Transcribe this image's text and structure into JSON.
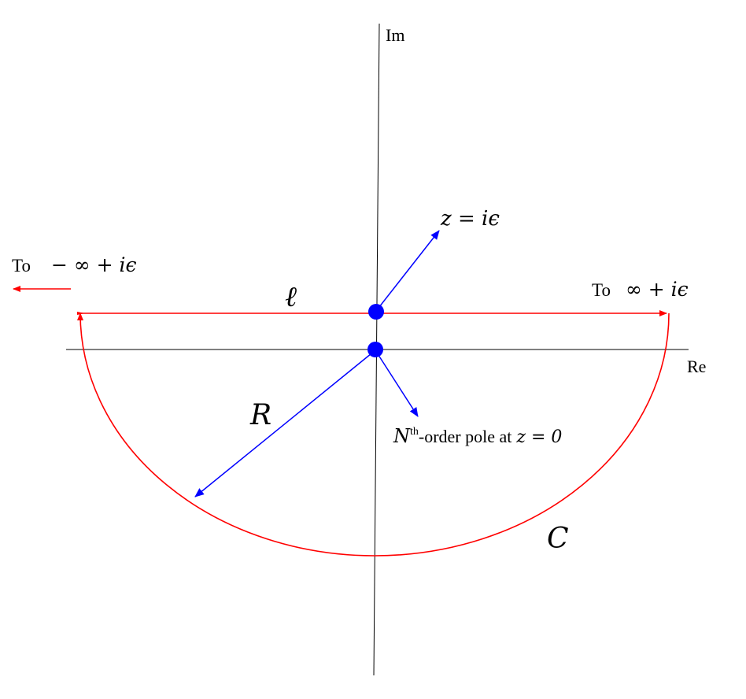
{
  "axes": {
    "imaginary_label": "Im",
    "real_label": "Re"
  },
  "labels": {
    "top_pole": "z = iϵ",
    "left_direction_prefix": "To",
    "left_direction": "− ∞ + iϵ",
    "right_direction_prefix": "To",
    "right_direction": "∞ + iϵ",
    "line_label": "ℓ",
    "radius_label": "R",
    "contour_label": "C",
    "order_pole_N": "N",
    "order_pole_th": "th",
    "order_pole_text": "-order pole at",
    "order_pole_eq": "z = 0"
  },
  "colors": {
    "axis": "#000000",
    "contour": "#ff0000",
    "annotation": "#0000ff",
    "pole": "#0000ff",
    "background": "#ffffff"
  }
}
